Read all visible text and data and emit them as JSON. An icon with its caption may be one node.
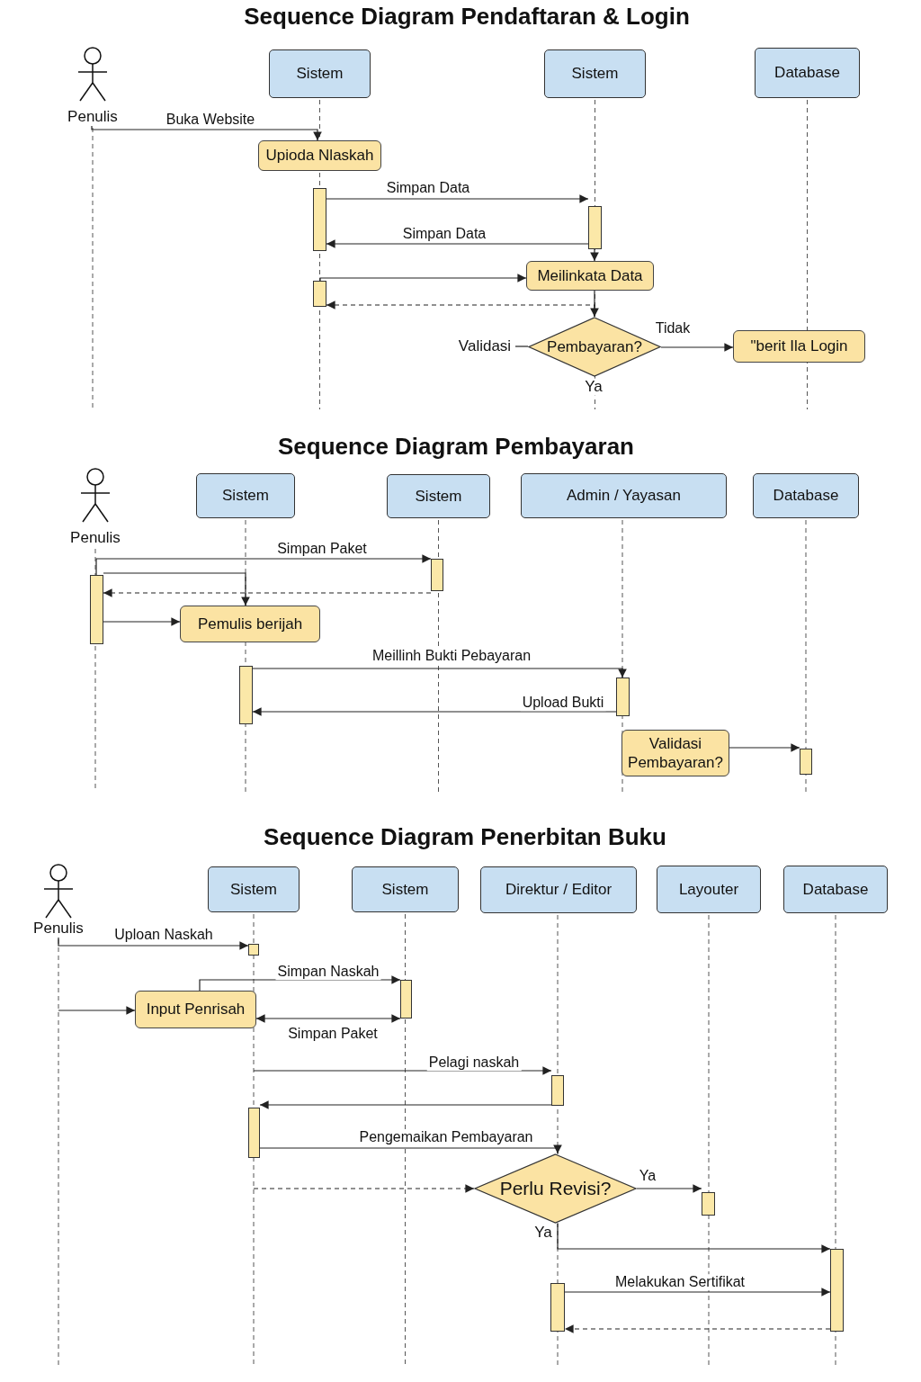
{
  "diagram": {
    "title": "Sequence Diagram Pendaftaran & Login",
    "nodes": [
      {
        "text": [
          "Penulis"
        ]
      },
      {
        "text": [
          "Sistem"
        ]
      },
      {
        "text": [
          "Sistem"
        ]
      },
      {
        "text": [
          "Database"
        ]
      },
      {
        "text": [
          "Upioda Nlaskah"
        ]
      },
      {
        "text": [],
        "shape": "bar"
      },
      {
        "text": [],
        "shape": "bar"
      },
      {
        "text": [
          "Meilinkata Data"
        ]
      },
      {
        "text": [],
        "shape": "bar"
      },
      {
        "text": [
          "Pembayaran?"
        ],
        "beside": [
          "Ya"
        ]
      },
      {
        "text": [
          "\"berit Ila Login"
        ]
      },
      {
        "text": [
          "Validasi"
        ]
      },
      {
        "text": [
          "Penulis"
        ]
      },
      {
        "text": [
          "Sistem"
        ]
      },
      {
        "text": [
          "Sistem"
        ]
      },
      {
        "text": [
          "Admin / Yayasan"
        ]
      },
      {
        "text": [
          "Database"
        ]
      },
      {
        "text": [],
        "shape": "bar"
      },
      {
        "text": [],
        "shape": "bar"
      },
      {
        "text": [
          "Pemulis berijah"
        ]
      },
      {
        "text": [],
        "shape": "bar"
      },
      {
        "text": [],
        "shape": "bar"
      },
      {
        "text": [
          "Validasi Pembayaran?"
        ]
      },
      {
        "text": [],
        "shape": "bar"
      },
      {
        "text": [
          "Penulis"
        ]
      },
      {
        "text": [
          "Sistem"
        ]
      },
      {
        "text": [
          "Sistem"
        ]
      },
      {
        "text": [
          "Direktur / Editor"
        ]
      },
      {
        "text": [
          "Layouter"
        ]
      },
      {
        "text": [
          "Database"
        ]
      },
      {
        "text": [],
        "shape": "bar"
      },
      {
        "text": [],
        "shape": "bar"
      },
      {
        "text": [
          "Input Penrisah"
        ]
      },
      {
        "text": [],
        "shape": "bar"
      },
      {
        "text": [],
        "shape": "bar"
      },
      {
        "text": [
          "Perlu Revisi?"
        ],
        "beside": [
          "Ya"
        ]
      },
      {
        "text": [],
        "shape": "bar"
      },
      {
        "text": [],
        "shape": "bar"
      },
      {
        "text": [],
        "shape": "bar"
      }
    ],
    "edges": [
      {
        "from": 0,
        "to": 4,
        "arrow": "to",
        "label": "Buka Website"
      },
      {
        "from": 5,
        "to": 6,
        "arrow": "to",
        "label": "Simpan Data"
      },
      {
        "from": 6,
        "to": 5,
        "arrow": "to",
        "label": "Simpan Data"
      },
      {
        "from": 6,
        "to": 7,
        "arrow": "to"
      },
      {
        "from": 8,
        "to": 7,
        "arrow": "to"
      },
      {
        "from": 9,
        "to": 8,
        "arrow": "to",
        "style": "dashed"
      },
      {
        "from": 7,
        "to": 9,
        "arrow": "to"
      },
      {
        "from": 9,
        "to": 10,
        "arrow": "to",
        "label": "Tidak"
      },
      {
        "from": 11,
        "to": 9,
        "arrow": "none"
      },
      {
        "from": 17,
        "to": 18,
        "arrow": "to",
        "label": "Simpan Paket"
      },
      {
        "from": 17,
        "to": 19,
        "arrow": "to"
      },
      {
        "from": 18,
        "to": 17,
        "arrow": "to",
        "style": "dashed"
      },
      {
        "from": 17,
        "to": 19,
        "arrow": "to"
      },
      {
        "from": 20,
        "to": 21,
        "arrow": "to",
        "label": "Meillinh Bukti Pebayaran"
      },
      {
        "from": 21,
        "to": 20,
        "arrow": "to",
        "label": "Upload Bukti"
      },
      {
        "from": 22,
        "to": 23,
        "arrow": "to"
      },
      {
        "from": 24,
        "to": 30,
        "arrow": "to",
        "label": "Uploan Naskah"
      },
      {
        "from": 32,
        "to": 31,
        "arrow": "to",
        "label": "Simpan Naskah"
      },
      {
        "from": 31,
        "to": 32,
        "arrow": "both",
        "label": "Simpan Paket"
      },
      {
        "from": null,
        "to": 32,
        "arrow": "to"
      },
      {
        "from": null,
        "to": 33,
        "arrow": "to",
        "label": "Pelagi naskah"
      },
      {
        "from": 33,
        "to": 34,
        "arrow": "to"
      },
      {
        "from": 34,
        "to": 35,
        "arrow": "to",
        "label": "Pengemaikan Pembayaran"
      },
      {
        "from": null,
        "to": 35,
        "arrow": "to",
        "style": "dashed"
      },
      {
        "from": 35,
        "to": 36,
        "arrow": "to",
        "label": "Ya"
      },
      {
        "from": 35,
        "to": 37,
        "arrow": "to"
      },
      {
        "from": 38,
        "to": 37,
        "arrow": "to",
        "label": "Melakukan Sertifikat"
      },
      {
        "from": 37,
        "to": 38,
        "arrow": "to",
        "style": "dashed"
      }
    ],
    "labels": [
      "Sequence Diagram Pembayaran",
      "Sequence Diagram Penerbitan Buku"
    ]
  }
}
